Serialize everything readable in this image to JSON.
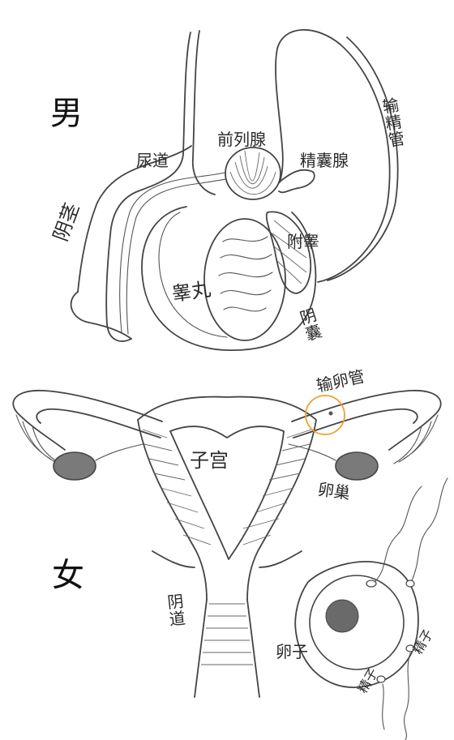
{
  "male": {
    "heading": "男",
    "labels": {
      "prostate": "前列腺",
      "urethra": "尿道",
      "seminal_vesicle": "精囊腺",
      "vas_deferens": "输精管",
      "penis": "阴茎",
      "epididymis": "附睾",
      "testis": "睾丸",
      "scrotum": "阴囊"
    }
  },
  "female": {
    "heading": "女",
    "labels": {
      "fallopian_tube": "输卵管",
      "uterus": "子宫",
      "ovary": "卵巢",
      "vagina": "阴道",
      "egg": "卵子",
      "sperm_1": "精子",
      "sperm_2": "精子"
    }
  },
  "colors": {
    "ink": "#444444",
    "highlight_circle": "#f0a030",
    "ovary_fill": "#7a7a7a"
  }
}
